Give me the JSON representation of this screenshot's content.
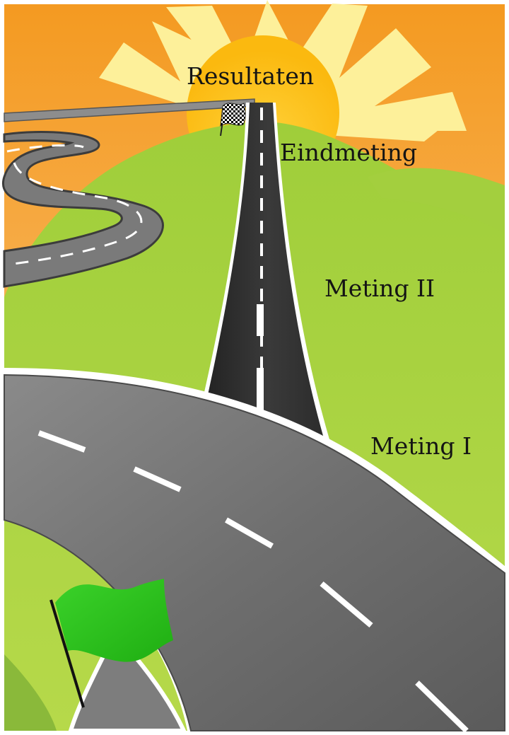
{
  "milestones": {
    "results": "Resultaten",
    "final_measurement": "Eindmeting",
    "measurement_2": "Meting II",
    "measurement_1": "Meting I"
  },
  "colors": {
    "sky_top": "#f7a72e",
    "sky_bottom": "#fbd08a",
    "sun": "#ffc21a",
    "sun_rays": "#fdf3a3",
    "hills": "#a9d03b",
    "hills_dark": "#93c02c",
    "road": "#6f6f6f",
    "road_dark": "#333333",
    "lane_marking": "#ffffff",
    "start_flag": "#2fc21a"
  },
  "icons": {
    "start": "green-start-flag-icon",
    "finish": "checkered-finish-flag-icon"
  }
}
